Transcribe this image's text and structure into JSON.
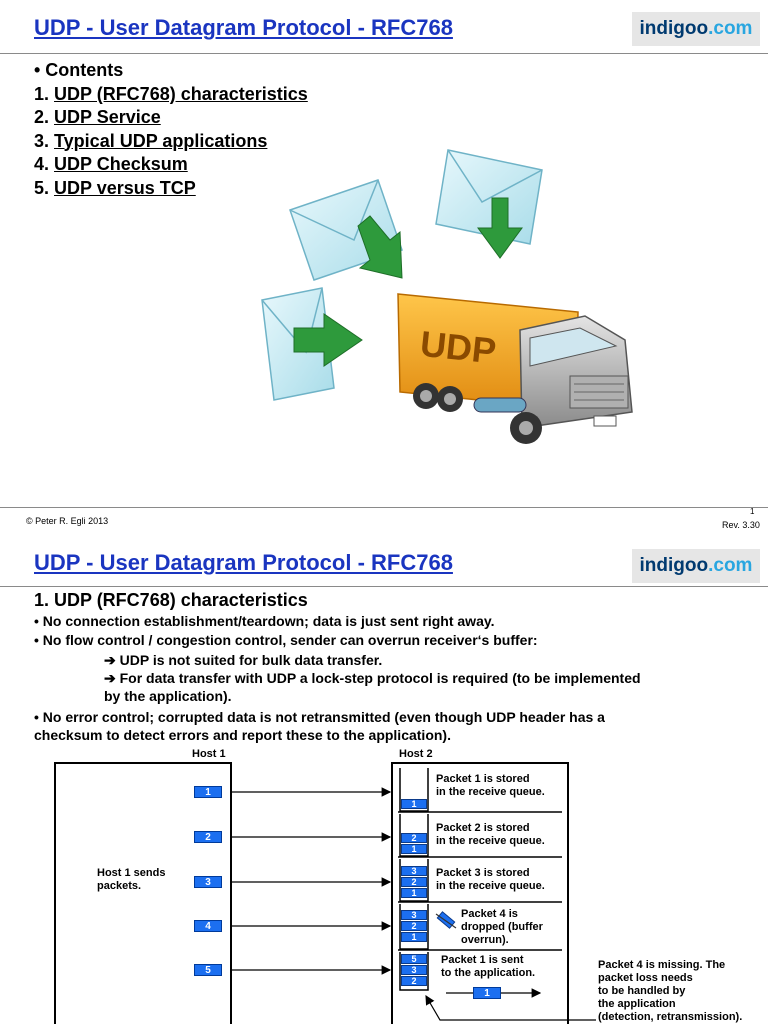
{
  "header": {
    "title": "UDP - User Datagram Protocol - RFC768",
    "logo_part1": "indigoo",
    "logo_part2": ".com"
  },
  "slide1": {
    "contents_label": "• Contents",
    "items": [
      {
        "num": "1. ",
        "label": "UDP (RFC768) characteristics"
      },
      {
        "num": "2. ",
        "label": "UDP Service"
      },
      {
        "num": "3. ",
        "label": "Typical UDP applications"
      },
      {
        "num": "4. ",
        "label": "UDP Checksum"
      },
      {
        "num": "5. ",
        "label": "UDP versus TCP"
      }
    ],
    "truck_label": "UDP",
    "footer_left": "© Peter R. Egli 2013",
    "page_number": "1",
    "revision": "Rev. 3.30"
  },
  "slide2": {
    "heading": "1. UDP (RFC768) characteristics",
    "lines": [
      "• No connection establishment/teardown; data is just sent right away.",
      "• No flow control / congestion control, sender can overrun receiver‘s buffer:",
      "➔ UDP is not suited for bulk data transfer.",
      "➔ For data transfer with UDP a lock-step protocol is required (to be implemented",
      "by the application).",
      "• No error control; corrupted data is not retransmitted (even though UDP header has a",
      "checksum to detect errors and report these to the application)."
    ],
    "diagram": {
      "host1_label": "Host 1",
      "host2_label": "Host 2",
      "host1_text": [
        "Host 1 sends",
        "packets."
      ],
      "packets": [
        "1",
        "2",
        "3",
        "4",
        "5"
      ],
      "notes": [
        [
          "Packet 1 is stored",
          "in the receive queue."
        ],
        [
          "Packet 2 is stored",
          "in the receive queue."
        ],
        [
          "Packet 3 is stored",
          "in the receive queue."
        ],
        [
          "Packet 4 is",
          "dropped (buffer",
          "overrun)."
        ],
        [
          "Packet 1 is sent",
          "to the application."
        ]
      ],
      "queues": [
        [
          "1"
        ],
        [
          "2",
          "1"
        ],
        [
          "3",
          "2",
          "1"
        ],
        [
          "3",
          "2",
          "1"
        ],
        [
          "5",
          "3",
          "2"
        ]
      ],
      "sent_packet": "1",
      "missing_note": [
        "Packet 4 is missing. The",
        "packet loss needs",
        "to be handled by",
        "the application",
        "(detection, retransmission)."
      ]
    }
  },
  "colors": {
    "title": "#1a35c0",
    "packet": "#1c6ff0",
    "truck": "#f5a623",
    "envelope": "#bde8f2",
    "arrow": "#2e9a3c"
  }
}
